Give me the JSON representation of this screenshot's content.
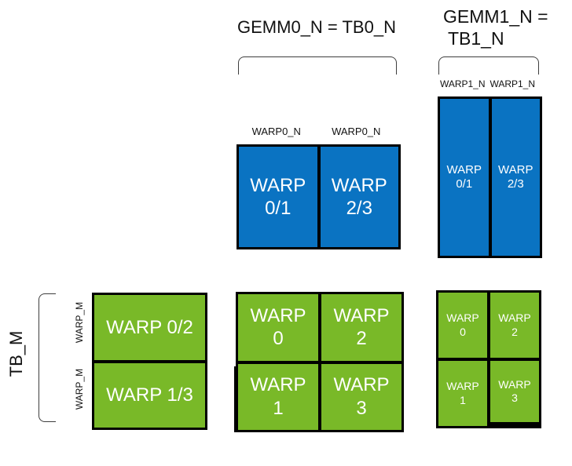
{
  "colors": {
    "blue": "#0a73c2",
    "green": "#79b928",
    "box_border": "#000000",
    "bracket": "#3d3d3d",
    "label_text": "#111111",
    "tile_text": "#ffffff",
    "background": "#ffffff"
  },
  "header": {
    "gemm0_title": "GEMM0_N = TB0_N",
    "gemm1_title_line1": "GEMM1_N =",
    "gemm1_title_line2": "TB1_N"
  },
  "axis_labels": {
    "warp0_n_col1": "WARP0_N",
    "warp0_n_col2": "WARP0_N",
    "warp1_n_col1": "WARP1_N",
    "warp1_n_col2": "WARP1_N",
    "tb_m": "TB_M",
    "warp_m_row1": "WARP_M",
    "warp_m_row2": "WARP_M"
  },
  "tiles": {
    "gemm0_accum": {
      "cells": [
        {
          "line1": "WARP",
          "line2": "0/1"
        },
        {
          "line1": "WARP",
          "line2": "2/3"
        }
      ]
    },
    "gemm1_accum": {
      "cells": [
        {
          "line1": "WARP",
          "line2": "0/1"
        },
        {
          "line1": "WARP",
          "line2": "2/3"
        }
      ]
    },
    "tb_m_rows": {
      "cells": [
        {
          "line1": "WARP 0/2"
        },
        {
          "line1": "WARP 1/3"
        }
      ]
    },
    "gemm0_grid": {
      "cells": [
        {
          "line1": "WARP",
          "line2": "0"
        },
        {
          "line1": "WARP",
          "line2": "2"
        },
        {
          "line1": "WARP",
          "line2": "1"
        },
        {
          "line1": "WARP",
          "line2": "3"
        }
      ]
    },
    "gemm1_grid": {
      "cells": [
        {
          "line1": "WARP",
          "line2": "0"
        },
        {
          "line1": "WARP",
          "line2": "2"
        },
        {
          "line1": "WARP",
          "line2": "1"
        },
        {
          "line1": "WARP",
          "line2": "3"
        }
      ]
    }
  }
}
